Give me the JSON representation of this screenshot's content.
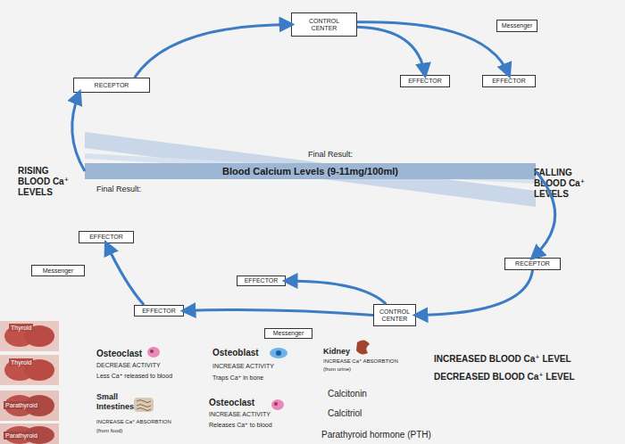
{
  "diagram": {
    "nodes": [
      {
        "text": [
          "RECEPTOR"
        ]
      },
      {
        "text": [
          "CONTROL CENTER"
        ]
      },
      {
        "text": [
          "Messenger"
        ]
      },
      {
        "text": [
          "EFFECTOR"
        ]
      },
      {
        "text": [
          "EFFECTOR"
        ]
      },
      {
        "text": [
          "Blood Calcium Levels (9-11mg/100ml)"
        ]
      },
      {
        "text": [
          "RECEPTOR"
        ]
      },
      {
        "text": [
          "CONTROL CENTER"
        ]
      },
      {
        "text": [
          "Messenger"
        ]
      },
      {
        "text": [
          "EFFECTOR"
        ]
      },
      {
        "text": [
          "EFFECTOR"
        ]
      },
      {
        "text": [
          "EFFECTOR"
        ]
      },
      {
        "text": [
          "Messenger"
        ]
      }
    ],
    "edges": [
      {
        "from": 5,
        "to": 0,
        "arrow": "to"
      },
      {
        "from": 0,
        "to": 1,
        "arrow": "to"
      },
      {
        "from": 1,
        "to": 3,
        "arrow": "to"
      },
      {
        "from": 1,
        "to": 4,
        "arrow": "to"
      },
      {
        "from": 5,
        "to": 6,
        "arrow": "to"
      },
      {
        "from": 6,
        "to": 7,
        "arrow": "to"
      },
      {
        "from": 7,
        "to": 9,
        "arrow": "to"
      },
      {
        "from": 7,
        "to": 10,
        "arrow": "to"
      },
      {
        "from": 10,
        "to": 11,
        "arrow": "to"
      }
    ],
    "labels": [
      "Final Result:",
      "Final Result:",
      "RISING BLOOD Ca⁺ LEVELS",
      "FALLING BLOOD Ca⁺ LEVELS",
      "Thyroid",
      "Thyroid",
      "Parathyroid",
      "Parathyroid",
      "Osteoclast",
      "DECREASE ACTIVITY",
      "Less Ca⁺ released to blood",
      "Osteoblast",
      "INCREASE ACTIVITY",
      "Traps Ca⁺ in bone",
      "Kidney",
      "INCREASE Ca⁺ ABSORBTION",
      "(from urine)",
      "Small Intestines",
      "INCREASE Ca⁺ ABSORBTION",
      "(from food)",
      "Osteoclast",
      "INCREASE ACTIVITY",
      "Releases Ca⁺ to blood",
      "INCREASED BLOOD Ca⁺ LEVEL",
      "DECREASED BLOOD Ca⁺ LEVEL",
      "Calcitonin",
      "Calcitriol",
      "Parathyroid hormone (PTH)"
    ]
  }
}
